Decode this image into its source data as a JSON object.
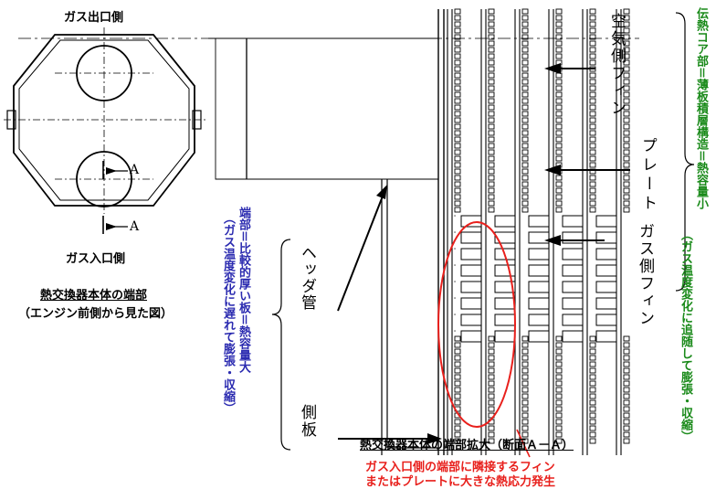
{
  "left_view": {
    "gas_outlet_label": "ガス出口側",
    "gas_inlet_label": "ガス入口側",
    "marker_a_upper": "A",
    "marker_a_lower": "A",
    "caption_title": "熱交換器本体の端部",
    "caption_sub": "（エンジン前側から見た図）"
  },
  "section_view": {
    "caption": "熱交換器本体の端部拡大（断面Ａ－Ａ）",
    "label_air_fin": "空気側フィン",
    "label_plate": "プレート",
    "label_gas_fin": "ガス側フィン",
    "label_header": "ヘッダ管",
    "label_side_plate": "側板",
    "end_note": "端部＝比較的厚い板＝熱容量大",
    "end_note_sub": "（ガス温度変化に遅れて膨張・収縮）",
    "core_note": "伝熱コア部＝薄板積層構造＝熱容量小",
    "core_note_sub": "（ガス温度変化に追随して膨張・収縮）",
    "stress_note_1": "ガス入口側の端部に隣接するフィン",
    "stress_note_2": "またはプレートに大きな熱応力発生"
  },
  "colors": {
    "line": "#000000",
    "blue_note": "#2b2bb0",
    "green_note": "#1a8a1a",
    "red_note": "#e8201c"
  }
}
